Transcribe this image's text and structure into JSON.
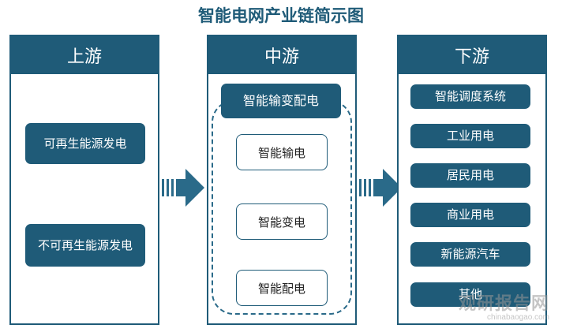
{
  "title": "智能电网产业链简示图",
  "columns": {
    "upstream": {
      "header": "上游",
      "items": [
        "可再生能源发电",
        "不可再生能源发电"
      ]
    },
    "midstream": {
      "header": "中游",
      "group_label": "智能输变配电",
      "items": [
        "智能输电",
        "智能变电",
        "智能配电"
      ]
    },
    "downstream": {
      "header": "下游",
      "items": [
        "智能调度系统",
        "工业用电",
        "居民用电",
        "商业用电",
        "新能源汽车",
        "其他"
      ]
    }
  },
  "watermark": {
    "main": "观研报告网",
    "sub": "chinabaogao.com"
  },
  "colors": {
    "primary": "#1f5b78",
    "arrow": "#2a6a89"
  }
}
